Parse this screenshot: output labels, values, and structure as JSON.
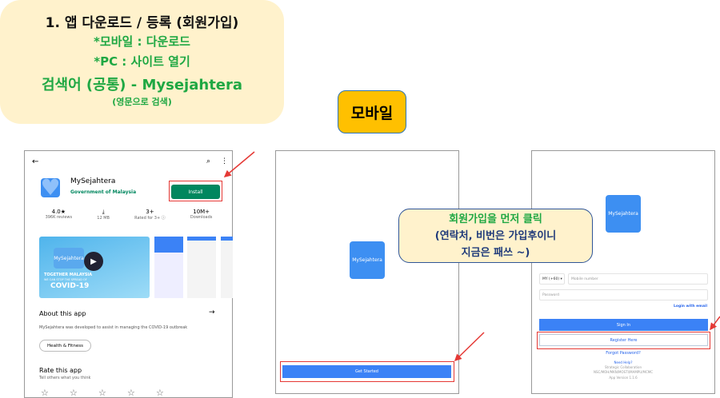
{
  "note": {
    "title": "1.  앱 다운로드 / 등록 (회원가입)",
    "line1": "*모바일 : 다운로드",
    "line2": "*PC : 사이트 열기",
    "line3": "검색어 (공통) - Mysejahtera",
    "line4": "(영문으로 검색)"
  },
  "badge": "모바일",
  "callout": {
    "line1": "회원가입을 먼저 클릭",
    "line2": "(연락처, 비번은 가입후이니",
    "line3": "지금은 패쓰 ~)"
  },
  "store": {
    "app_name": "MySejahtera",
    "developer": "Government of Malaysia",
    "install": "Install",
    "stats": [
      {
        "top": "4.0★",
        "bottom": "396K reviews"
      },
      {
        "top": "⤓",
        "bottom": "12 MB"
      },
      {
        "top": "3+",
        "bottom": "Rated for 3+ ⓘ"
      },
      {
        "top": "10M+",
        "bottom": "Downloads"
      }
    ],
    "video_text1": "TOGETHER MALAYSIA",
    "video_text2": "WE CAN STOP THE SPREAD OF",
    "video_text3": "COVID-19",
    "logo_text": "MySejahtera",
    "about_title": "About this app",
    "about_desc": "MySejahtera was developed to assist in managing the COVID-19 outbreak",
    "category": "Health & Fitness",
    "rate_title": "Rate this app",
    "rate_sub": "Tell others what you think"
  },
  "welcome": {
    "logo_text": "MySejahtera",
    "get_started": "Get Started"
  },
  "login": {
    "logo_text": "MySejahtera",
    "country": "MY (+60) ▾",
    "mobile_placeholder": "Mobile number",
    "password_placeholder": "Password",
    "login_email": "Login with email",
    "sign_in": "Sign In",
    "register": "Register Here",
    "forgot": "Forgot Password?",
    "help": "Need Help?",
    "collab": "Strategic Collaboration",
    "agencies": "NSC/MOH/MKN/MOSTI/MAMPU/MCMC",
    "version": "App Version 1.1.6"
  },
  "colors": {
    "note_bg": "#fff2cc",
    "green": "#1fa843",
    "badge": "#ffc000",
    "install": "#01875f",
    "primary": "#3b82f6",
    "red": "#e53935"
  }
}
